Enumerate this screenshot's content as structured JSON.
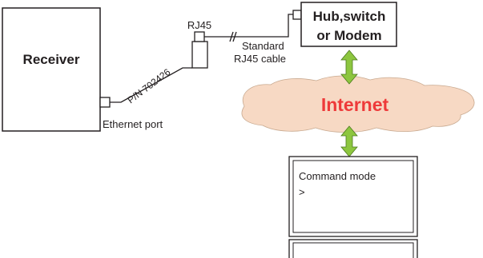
{
  "receiver": {
    "label": "Receiver"
  },
  "ethernet_port": {
    "label": "Ethernet port"
  },
  "cable": {
    "part_number": "P/N 702426"
  },
  "connector": {
    "label": "RJ45"
  },
  "standard_cable": {
    "line1": "Standard",
    "line2": "RJ45 cable"
  },
  "hub": {
    "line1": "Hub,switch",
    "line2": "or Modem"
  },
  "internet": {
    "label": "Internet",
    "text_color": "#ee3a3a",
    "cloud_color": "#f7d9c4"
  },
  "arrow_color": "#8dc63f",
  "terminal": {
    "line1": "Command mode",
    "line2": ">"
  }
}
